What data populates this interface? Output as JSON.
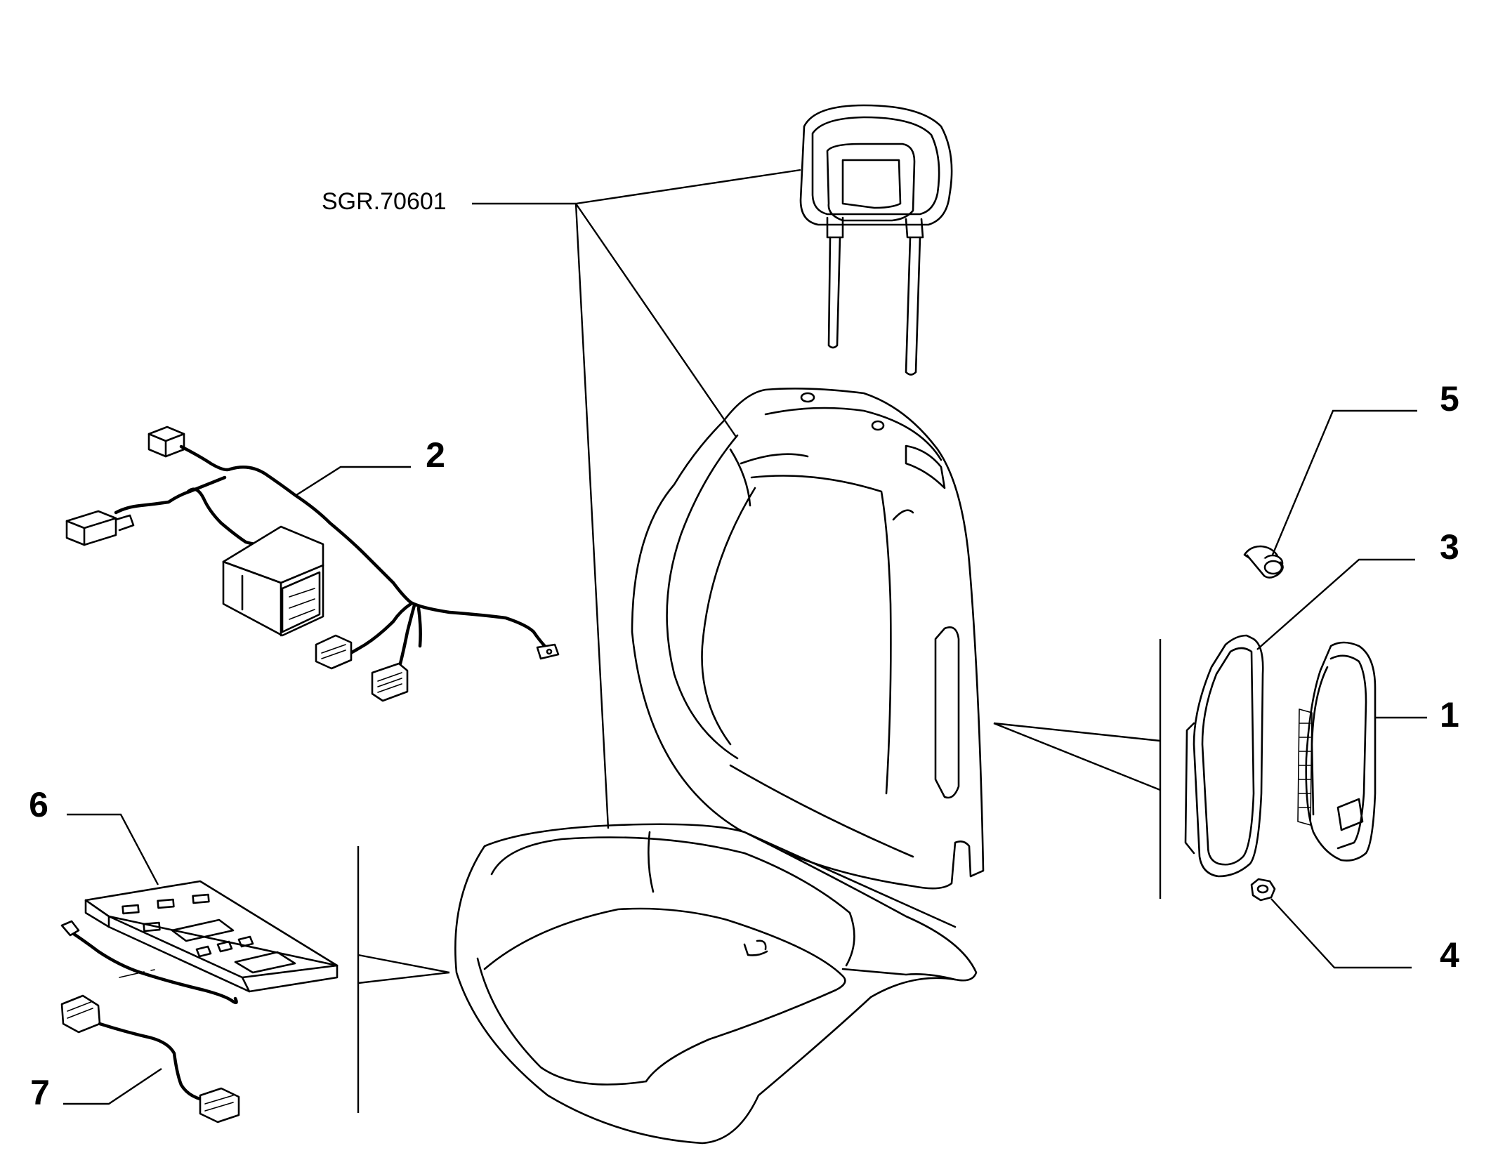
{
  "diagram": {
    "reference_code": "SGR.70601",
    "callouts": [
      {
        "id": "1",
        "label": "1"
      },
      {
        "id": "2",
        "label": "2"
      },
      {
        "id": "3",
        "label": "3"
      },
      {
        "id": "4",
        "label": "4"
      },
      {
        "id": "5",
        "label": "5"
      },
      {
        "id": "6",
        "label": "6"
      },
      {
        "id": "7",
        "label": "7"
      }
    ]
  }
}
